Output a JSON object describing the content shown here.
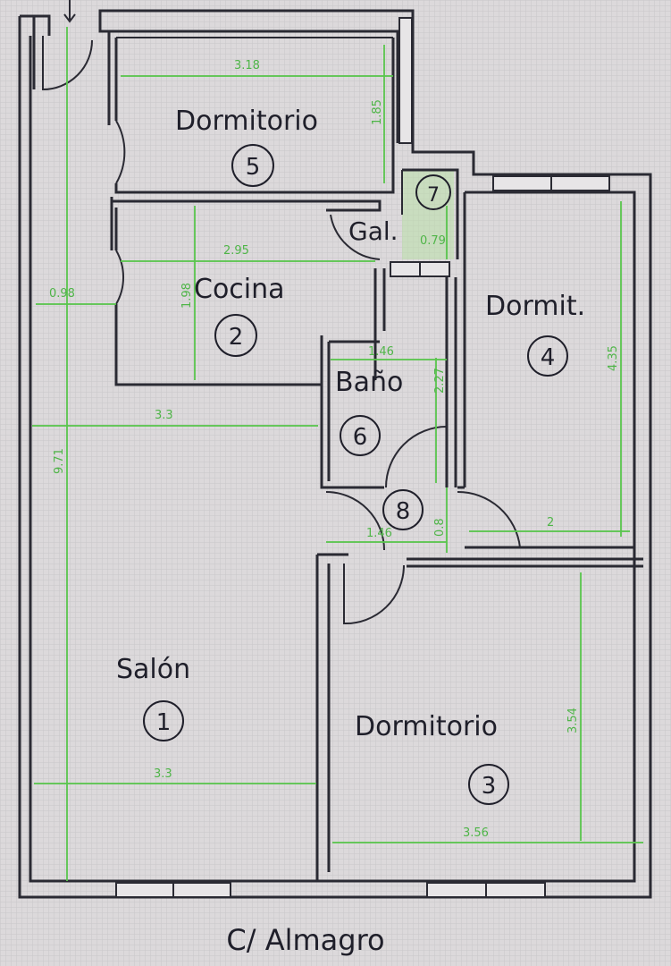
{
  "plan": {
    "street_label": "C/ Almagro",
    "colors": {
      "wall": "#2a2a33",
      "dimension": "#59c44d",
      "background": "#d9d6d8"
    },
    "rooms": [
      {
        "number": "1",
        "name": "Salón"
      },
      {
        "number": "2",
        "name": "Cocina"
      },
      {
        "number": "3",
        "name": "Dormitorio"
      },
      {
        "number": "4",
        "name": "Dormit."
      },
      {
        "number": "5",
        "name": "Dormitorio"
      },
      {
        "number": "6",
        "name": "Baño"
      },
      {
        "number": "7",
        "name": "Gal."
      },
      {
        "number": "8",
        "name": ""
      }
    ],
    "dimensions": {
      "room5_width": "3.18",
      "room5_height": "1.85",
      "room2_width": "2.95",
      "room2_height": "1.98",
      "hall_width": "0.98",
      "room6_width": "1.46",
      "room6_height": "2.27",
      "room7_width": "0.79",
      "room4_height": "4.35",
      "room4_width": "2",
      "salon_upper_width": "3.3",
      "salon_height": "9.71",
      "salon_lower_width": "3.3",
      "room3_height": "3.54",
      "room3_width": "3.56",
      "hall8_width": "1.46",
      "hall8_height": "0.8"
    },
    "entrance_arrow": "entrance-arrow"
  }
}
